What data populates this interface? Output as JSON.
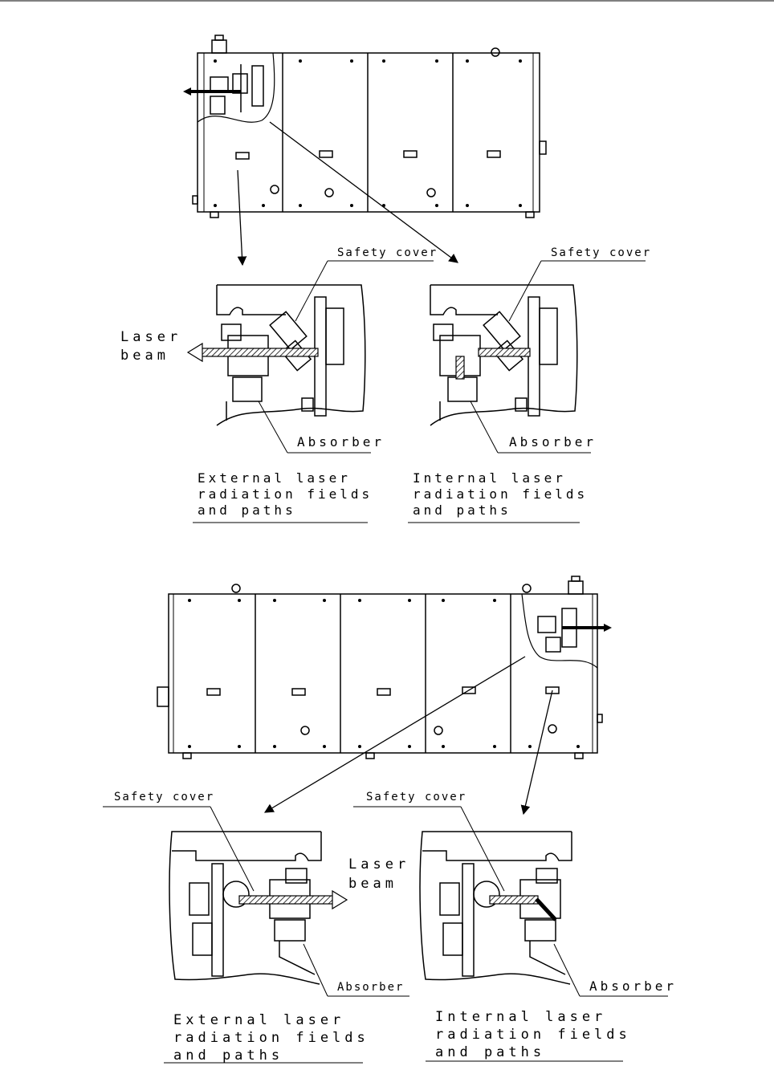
{
  "top": {
    "callout_left": {
      "safety_cover": "Safety cover",
      "laser_beam_line1": "Laser",
      "laser_beam_line2": "beam",
      "absorber": "Absorber",
      "caption_line1": "External laser",
      "caption_line2": "radiation fields",
      "caption_line3": "and paths"
    },
    "callout_right": {
      "safety_cover": "Safety cover",
      "absorber": "Absorber",
      "caption_line1": "Internal laser",
      "caption_line2": "radiation fields",
      "caption_line3": "and paths"
    }
  },
  "bottom": {
    "callout_left": {
      "safety_cover": "Safety cover",
      "laser_beam_line1": "Laser",
      "laser_beam_line2": "beam",
      "absorber": "Absorber",
      "caption_line1": "External laser",
      "caption_line2": "radiation fields",
      "caption_line3": "and paths"
    },
    "callout_right": {
      "safety_cover": "Safety cover",
      "absorber": "Absorber",
      "caption_line1": "Internal laser",
      "caption_line2": "radiation fields",
      "caption_line3": "and paths"
    }
  },
  "colors": {
    "line": "#000000",
    "background": "#ffffff"
  }
}
